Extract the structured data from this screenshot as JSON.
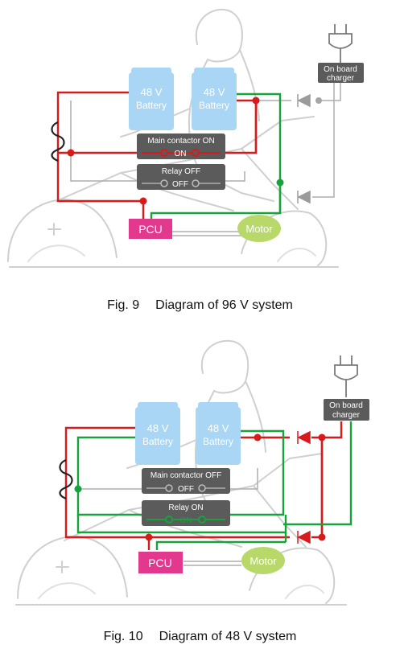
{
  "colors": {
    "on_wire": "#d81a1a",
    "ground_wire": "#17a23a",
    "neutral_wire": "#aeaeae",
    "battery": "#a9d6f5",
    "contactor_box": "#5b5b5b",
    "pcu": "#e2388e",
    "motor": "#b8d96a",
    "charger_box": "#5b5b5b",
    "sketch": "#cfcfcf"
  },
  "icons": [
    "plug-icon",
    "fuse-icon",
    "diode-icon",
    "switch-icon",
    "motorcycle-outline",
    "rider-outline"
  ],
  "figures": [
    {
      "battery_left": {
        "voltage": "48 V",
        "label": "Battery"
      },
      "battery_right": {
        "voltage": "48 V",
        "label": "Battery"
      },
      "main_contactor": {
        "title": "Main contactor ON",
        "state": "ON",
        "closed": true
      },
      "relay": {
        "title": "Relay OFF",
        "state": "OFF",
        "closed": false
      },
      "pcu": "PCU",
      "motor": "Motor",
      "charger": {
        "line1": "On board",
        "line2": "charger"
      },
      "caption": {
        "number": "Fig. 9",
        "text": "Diagram of 96 V system"
      }
    },
    {
      "battery_left": {
        "voltage": "48 V",
        "label": "Battery"
      },
      "battery_right": {
        "voltage": "48 V",
        "label": "Battery"
      },
      "main_contactor": {
        "title": "Main contactor OFF",
        "state": "OFF",
        "closed": false
      },
      "relay": {
        "title": "Relay ON",
        "state": "ON",
        "closed": true
      },
      "pcu": "PCU",
      "motor": "Motor",
      "charger": {
        "line1": "On board",
        "line2": "charger"
      },
      "caption": {
        "number": "Fig. 10",
        "text": "Diagram of 48 V system"
      }
    }
  ]
}
